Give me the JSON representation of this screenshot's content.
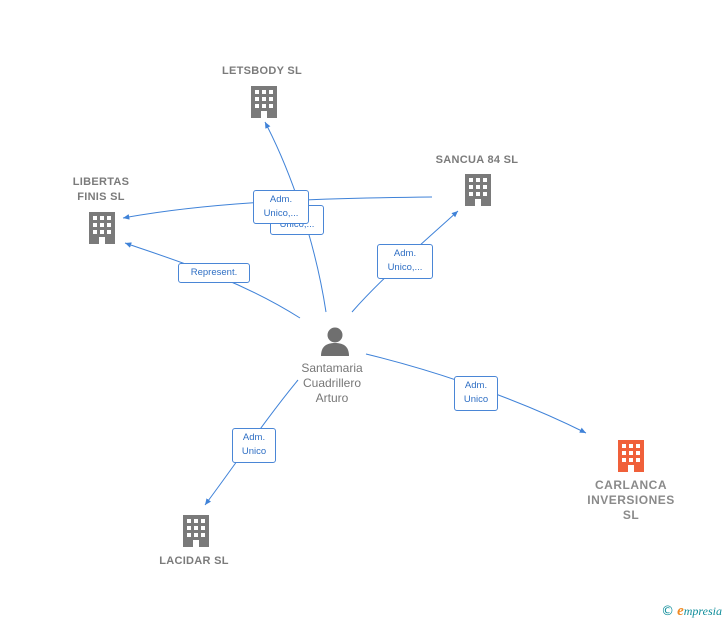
{
  "nodes": {
    "center": {
      "label": "Santamaria\nCuadrillero\nArturo",
      "icon": "person-icon"
    },
    "letsbody": {
      "label": "LETSBODY SL",
      "icon": "building-icon"
    },
    "libertas": {
      "label": "LIBERTAS\nFINIS SL",
      "icon": "building-icon"
    },
    "sancua": {
      "label": "SANCUA 84 SL",
      "icon": "building-icon"
    },
    "carlanca": {
      "label": "CARLANCA\nINVERSIONES\nSL",
      "icon": "building-icon"
    },
    "lacidar": {
      "label": "LACIDAR SL",
      "icon": "building-icon"
    }
  },
  "edges": {
    "represent": "Represent.",
    "adm_unico_1": "Adm.\nUnico,...",
    "adm_unico_2": "Unico,...",
    "adm_sancua": "Adm.\nUnico,...",
    "adm_carlanca": "Adm.\nUnico",
    "adm_lacidar": "Adm.\nUnico"
  },
  "colors": {
    "edge": "#3f82d8",
    "building": "#7a7a7a",
    "focus_building": "#f0603a",
    "person": "#6f6f6f"
  },
  "footer": {
    "copyright": "©",
    "brand_e": "e",
    "brand_rest": "mpresia"
  }
}
